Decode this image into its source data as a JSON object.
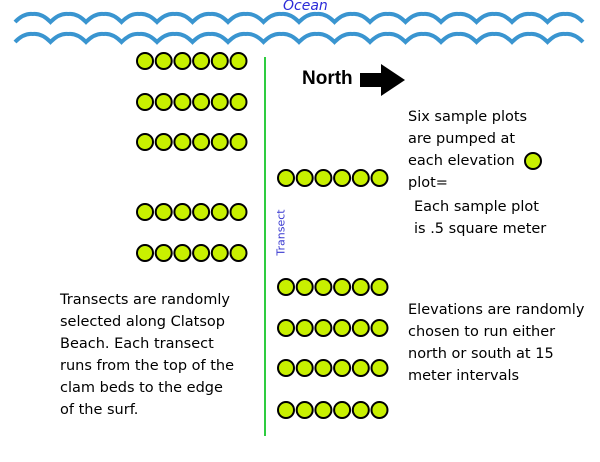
{
  "labels": {
    "ocean": "Ocean",
    "north": "North",
    "transect": "Transect"
  },
  "notes": {
    "sample_plots": "Six sample plots are pumped at each elevation plot=",
    "plot_size": "Each sample plot is .5 square meter",
    "transects": "Transects are randomly selected along Clatsop Beach.  Each transect runs from the top of the clam beds to the edge of the surf.",
    "elevations": "Elevations are randomly chosen to run either north or south at 15 meter intervals"
  },
  "colors": {
    "wave": "#3a95d0",
    "plot_fill": "#c8f000",
    "transect_line": "#2ecc40",
    "ocean_label": "#2b2bd8"
  },
  "plots_per_elevation": 6
}
